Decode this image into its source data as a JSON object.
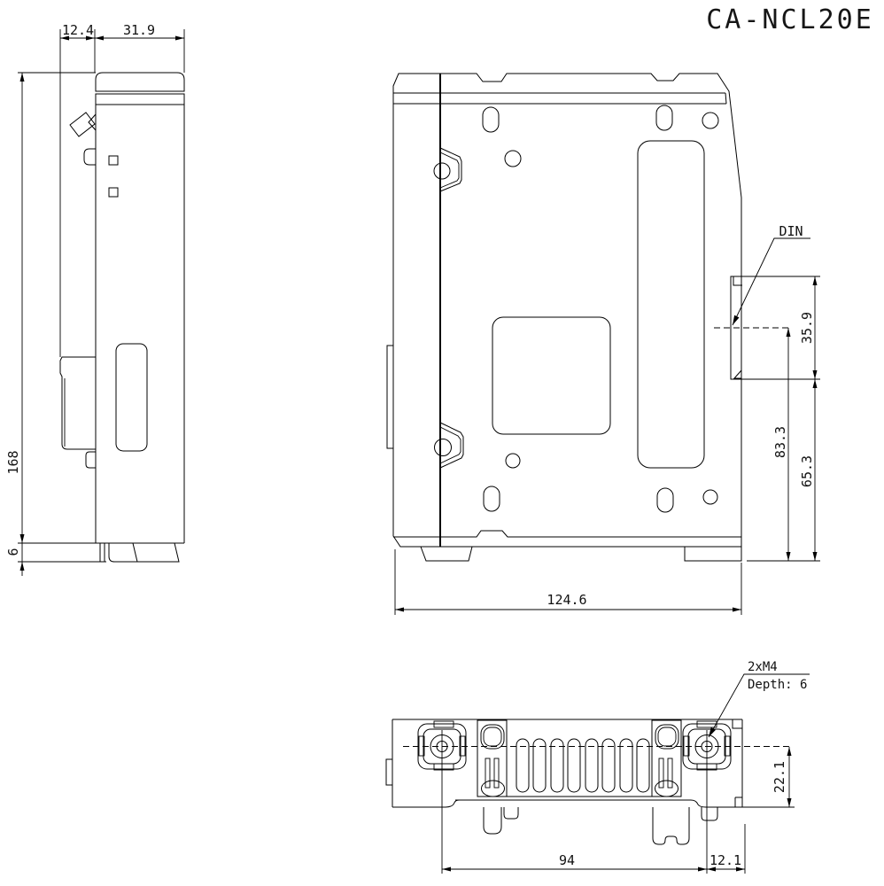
{
  "title": "CA-NCL20E",
  "side_view": {
    "dim_clip_depth": "12.4",
    "dim_body_width": "31.9",
    "dim_height": "168",
    "dim_foot": "6"
  },
  "back_view": {
    "din_label": "DIN",
    "dim_din_height": "35.9",
    "dim_center_to_bottom": "83.3",
    "dim_din_to_bottom": "65.3",
    "dim_width": "124.6"
  },
  "bottom_view": {
    "screw_note_line1": "2xM4",
    "screw_note_line2": "Depth: 6",
    "dim_depth": "22.1",
    "dim_screw_span": "94",
    "dim_screw_to_edge": "12.1"
  },
  "colors": {
    "background": "#ffffff",
    "line": "#000000"
  }
}
